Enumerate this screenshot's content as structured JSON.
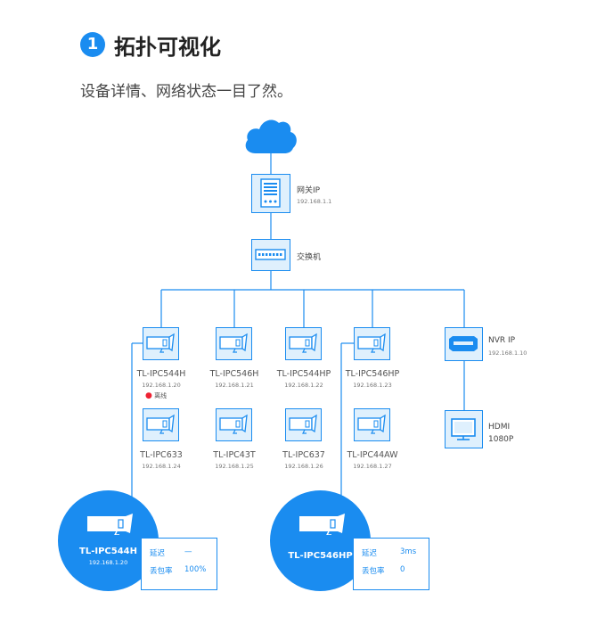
{
  "header": {
    "badge": "1",
    "title": "拓扑可视化",
    "subtitle": "设备详情、网络状态一目了然。"
  },
  "colors": {
    "accent": "#1a8cf0",
    "box_fill": "#dff0fd",
    "offline": "#e23333"
  },
  "icons": {
    "cloud": "cloud-icon",
    "gateway": "router-icon",
    "switch": "switch-icon",
    "camera": "bullet-camera-icon",
    "nvr": "nvr-icon",
    "monitor": "monitor-icon"
  },
  "gateway": {
    "label": "网关IP",
    "ip": "192.168.1.1"
  },
  "switch": {
    "label": "交换机"
  },
  "nvr": {
    "label": "NVR IP",
    "ip": "192.168.1.10"
  },
  "monitor": {
    "label": "HDMI",
    "resolution": "1080P"
  },
  "cameras": [
    {
      "name": "TL-IPC544H",
      "ip": "192.168.1.20",
      "status": "离线"
    },
    {
      "name": "TL-IPC546H",
      "ip": "192.168.1.21"
    },
    {
      "name": "TL-IPC544HP",
      "ip": "192.168.1.22"
    },
    {
      "name": "TL-IPC546HP",
      "ip": "192.168.1.23"
    },
    {
      "name": "TL-IPC633",
      "ip": "192.168.1.24"
    },
    {
      "name": "TL-IPC43T",
      "ip": "192.168.1.25"
    },
    {
      "name": "TL-IPC637",
      "ip": "192.168.1.26"
    },
    {
      "name": "TL-IPC44AW",
      "ip": "192.168.1.27"
    }
  ],
  "details": [
    {
      "name": "TL-IPC544H",
      "ip": "192.168.1.20",
      "latency_label": "延迟",
      "latency": "—",
      "loss_label": "丢包率",
      "loss": "100%"
    },
    {
      "name": "TL-IPC546HP",
      "ip": "",
      "latency_label": "延迟",
      "latency": "3ms",
      "loss_label": "丢包率",
      "loss": "0"
    }
  ]
}
